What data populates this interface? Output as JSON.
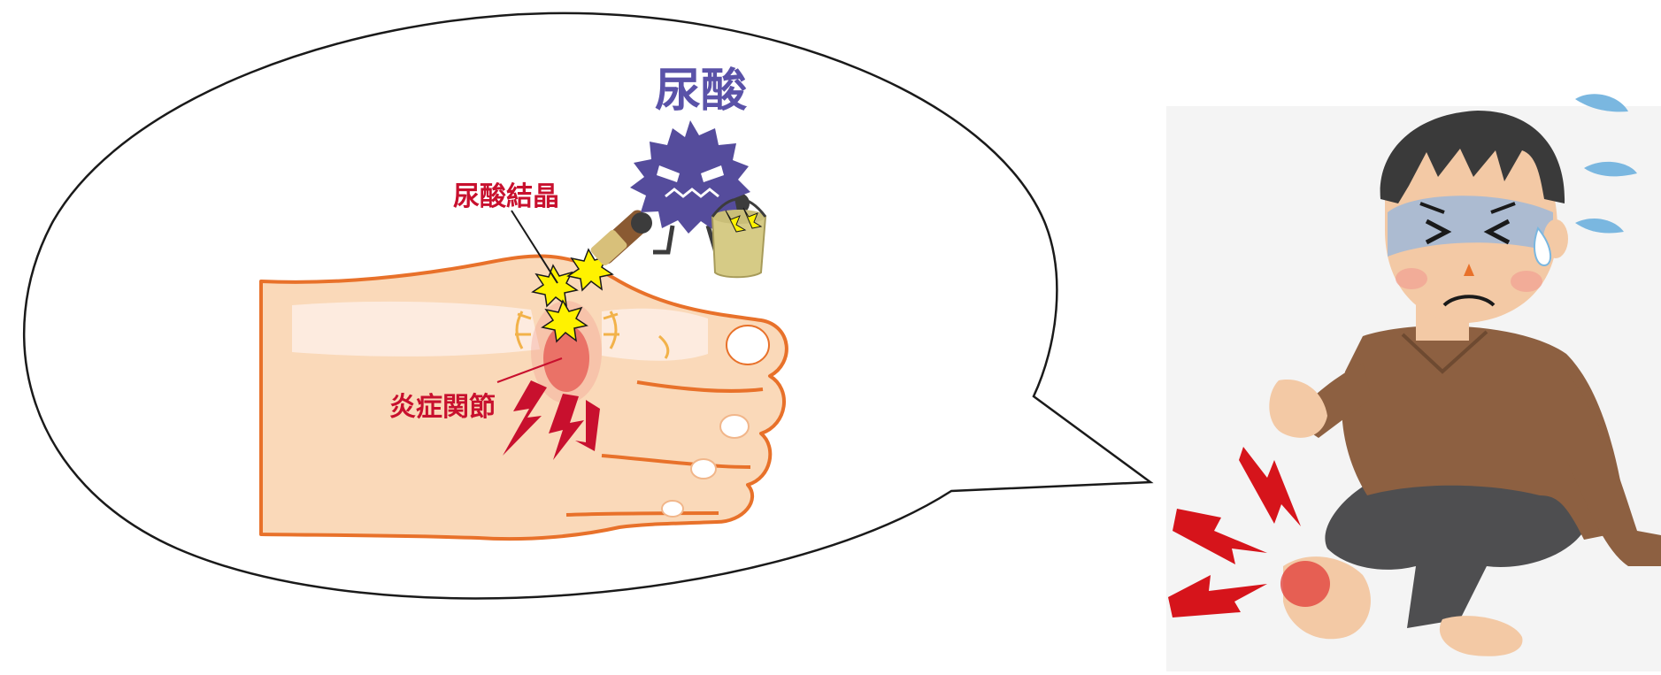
{
  "labels": {
    "uric_acid": "尿酸",
    "uric_acid_crystal": "尿酸結晶",
    "inflamed_joint": "炎症関節"
  },
  "colors": {
    "label_blue": "#5a52a8",
    "label_red": "#c8102e",
    "skin": "#fad9b9",
    "skin_outline": "#e8712a",
    "inflammation": "#e2453f",
    "bone": "#fdece0",
    "monster": "#554c9c",
    "spark": "#fff200",
    "sweater": "#8d6041",
    "pants": "#4e4e50",
    "hair": "#3a3a3a",
    "pain_bolt": "#d6141b",
    "sweat": "#7ab7e0"
  }
}
